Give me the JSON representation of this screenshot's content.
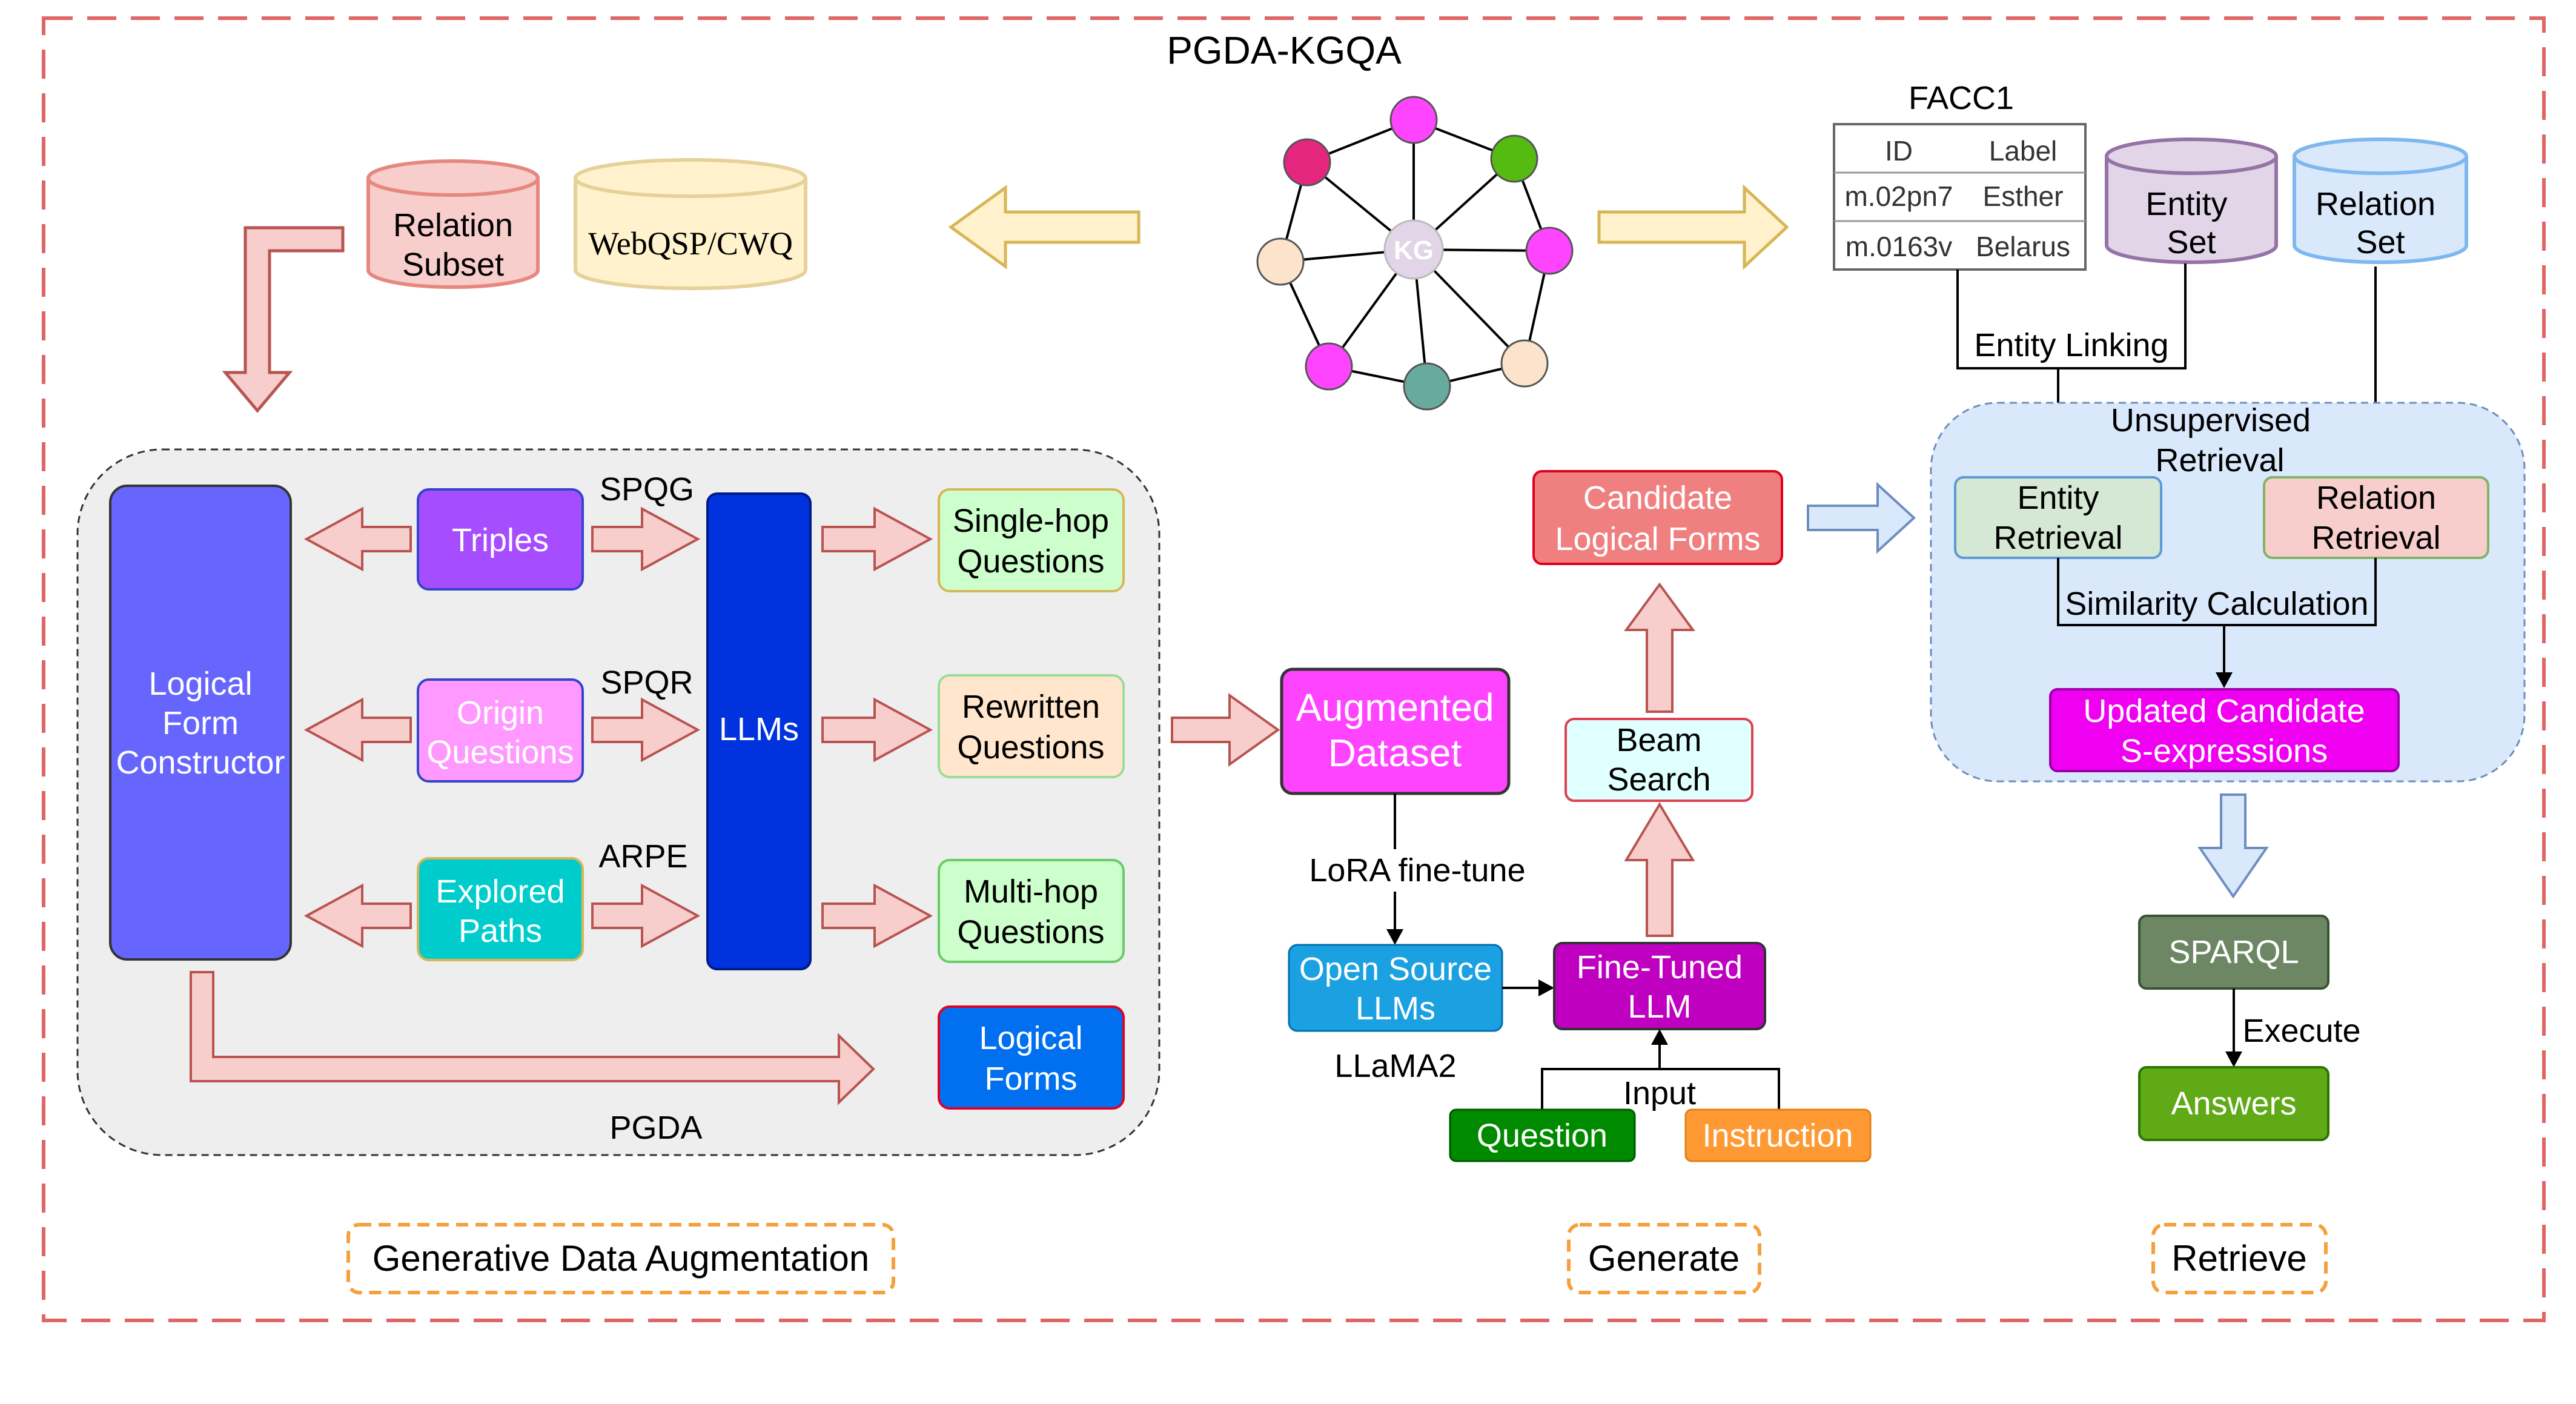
{
  "title": "PGDA-KGQA",
  "kg": {
    "center_label": "KG"
  },
  "left_sources": {
    "relation_subset": [
      "Relation",
      "Subset"
    ],
    "webqsp": "WebQSP/CWQ"
  },
  "facc1": {
    "title": "FACC1",
    "headers": [
      "ID",
      "Label"
    ],
    "rows": [
      [
        "m.02pn7",
        "Esther"
      ],
      [
        "m.0163v",
        "Belarus"
      ]
    ]
  },
  "entity_set": [
    "Entity",
    "Set"
  ],
  "relation_set": [
    "Relation",
    "Set"
  ],
  "pgda": {
    "label": "PGDA",
    "logical_form_constructor": [
      "Logical",
      "Form",
      "Constructor"
    ],
    "inputs": [
      {
        "lines": [
          "Triples"
        ],
        "method": "SPQG"
      },
      {
        "lines": [
          "Origin",
          "Questions"
        ],
        "method": "SPQR"
      },
      {
        "lines": [
          "Explored",
          "Paths"
        ],
        "method": "ARPE"
      }
    ],
    "llms": "LLMs",
    "outputs": [
      [
        "Single-hop",
        "Questions"
      ],
      [
        "Rewritten",
        "Questions"
      ],
      [
        "Multi-hop",
        "Questions"
      ]
    ],
    "logical_forms": [
      "Logical",
      "Forms"
    ]
  },
  "generate": {
    "augmented_dataset": [
      "Augmented",
      "Dataset"
    ],
    "lora": "LoRA fine-tune",
    "open_source_llms": [
      "Open Source",
      "LLMs"
    ],
    "llama2": "LLaMA2",
    "fine_tuned_llm": [
      "Fine-Tuned",
      "LLM"
    ],
    "input_label": "Input",
    "question": "Question",
    "instruction": "Instruction",
    "beam_search": [
      "Beam",
      "Search"
    ],
    "candidate_logical_forms": [
      "Candidate",
      "Logical Forms"
    ]
  },
  "retrieve": {
    "entity_linking": "Entity Linking",
    "unsupervised_retrieval": [
      "Unsupervised",
      "Retrieval"
    ],
    "entity_retrieval": [
      "Entity",
      "Retrieval"
    ],
    "relation_retrieval": [
      "Relation",
      "Retrieval"
    ],
    "similarity": "Similarity Calculation",
    "updated_candidate": [
      "Updated Candidate",
      "S-expressions"
    ],
    "sparql": "SPARQL",
    "execute": "Execute",
    "answers": "Answers"
  },
  "stage_labels": [
    "Generative Data Augmentation",
    "Generate",
    "Retrieve"
  ],
  "colors": {
    "frame_dash": "#e06666",
    "stage_dash": "#f5a03c",
    "pink_arrow_fill": "#f8cecc",
    "pink_arrow_stroke": "#b85450",
    "yellow_arrow_fill": "#fff2cc",
    "yellow_arrow_stroke": "#d6b656",
    "blue_arrow_fill": "#dae8fc",
    "blue_arrow_stroke": "#6c8ebf",
    "logical_form_constructor": "#6666ff",
    "triples": "#a64dff",
    "origin_questions": "#ff99ff",
    "explored_paths": "#00cccc",
    "llms": "#0033dd",
    "question_green": "#ccffcc",
    "rewritten_orange": "#ffe6cc",
    "logical_forms": "#0070f0",
    "augmented_dataset": "#ff44ff",
    "open_source": "#1ba1e2",
    "fine_tuned": "#c000c0",
    "question_btn": "#008a00",
    "instruction_btn": "#ff9933",
    "beam_search": "#e0ffff",
    "candidate": "#f08080",
    "retrieval_panel": "#dae8fc",
    "entity_retrieval": "#d5e8d4",
    "relation_retrieval": "#f8cecc",
    "updated_candidate": "#f000f0",
    "sparql": "#6d8764",
    "answers": "#60a917"
  }
}
